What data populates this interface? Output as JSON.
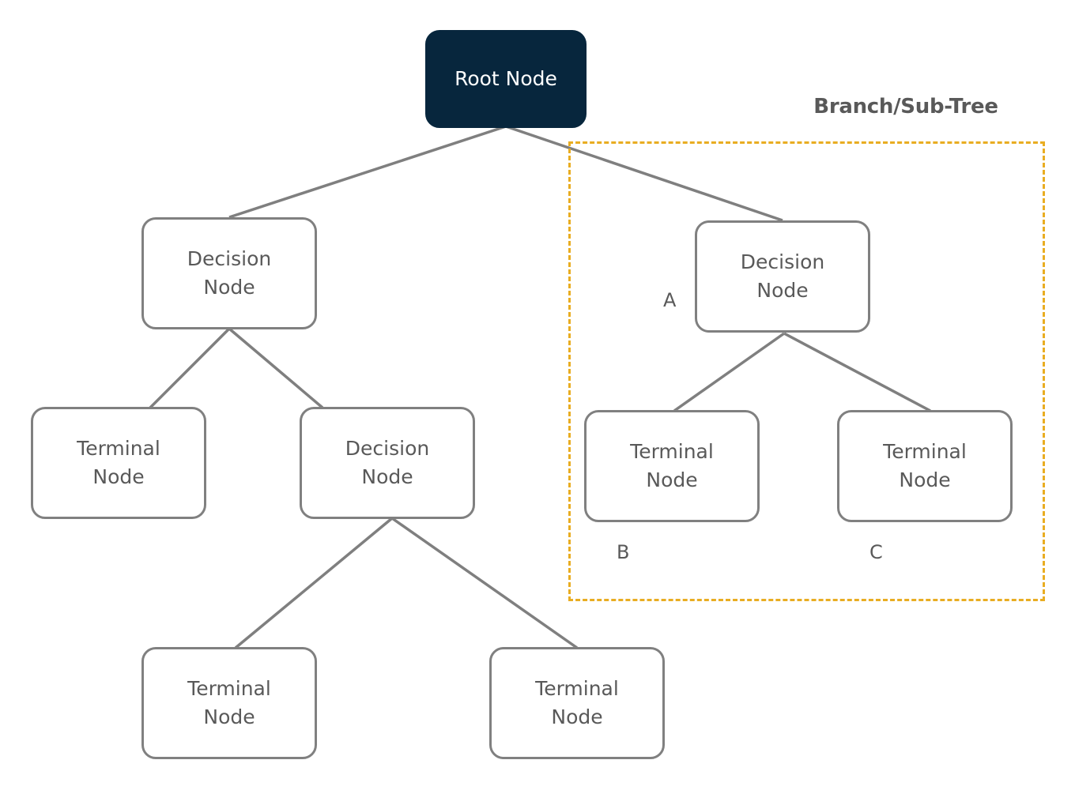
{
  "branch": {
    "title": "Branch/Sub-Tree",
    "border_color": "#e9ad22"
  },
  "colors": {
    "root_fill": "#07263d",
    "node_border": "#808080",
    "edge": "#7f7f7f",
    "text": "#595959"
  },
  "nodes": {
    "root": {
      "label": "Root Node"
    },
    "decision_left": {
      "label": "Decision\nNode"
    },
    "decision_branch": {
      "label": "Decision\nNode"
    },
    "terminal_left": {
      "label": "Terminal\nNode"
    },
    "decision_middle": {
      "label": "Decision\nNode"
    },
    "terminal_branch_left": {
      "label": "Terminal\nNode"
    },
    "terminal_branch_right": {
      "label": "Terminal\nNode"
    },
    "terminal_bottom_left": {
      "label": "Terminal\nNode"
    },
    "terminal_bottom_right": {
      "label": "Terminal\nNode"
    }
  },
  "labels": {
    "a": "A",
    "b": "B",
    "c": "C"
  }
}
